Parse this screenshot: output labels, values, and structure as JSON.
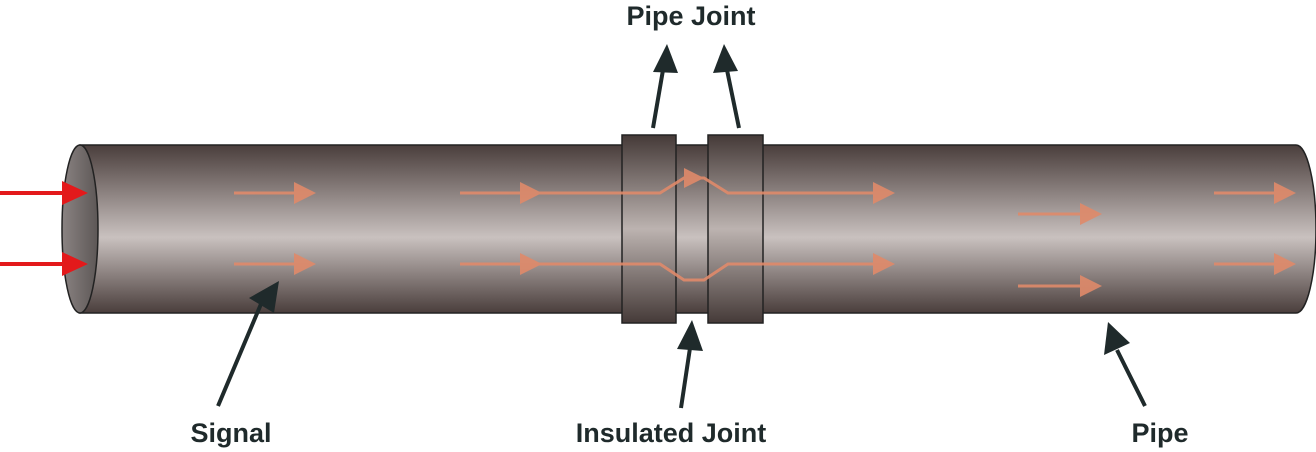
{
  "labels": {
    "pipe_joint": "Pipe Joint",
    "signal": "Signal",
    "insulated_joint": "Insulated Joint",
    "pipe": "Pipe"
  },
  "colors": {
    "pipe_dark": "#4a3e3c",
    "pipe_light": "#c9c1bf",
    "signal_arrow": "#e08a6a",
    "input_arrow": "#e3191b",
    "pointer_arrow": "#1f2a2b",
    "outline": "#222222"
  },
  "icons": {
    "input_arrow": "red-arrow-icon",
    "signal_arrow": "orange-arrow-icon",
    "pointer_arrow": "dark-arrow-icon"
  }
}
